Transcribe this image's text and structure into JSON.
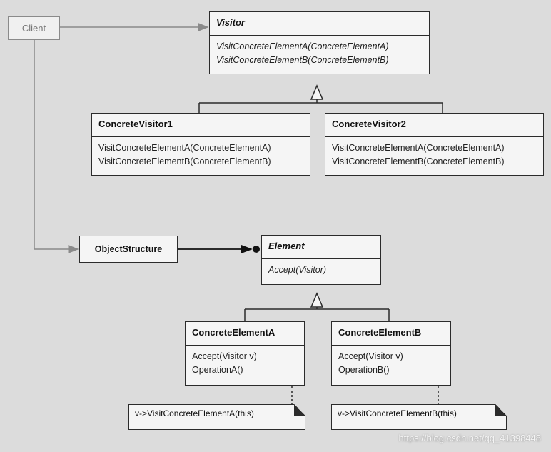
{
  "client": {
    "label": "Client"
  },
  "visitor": {
    "name": "Visitor",
    "operations": [
      "VisitConcreteElementA(ConcreteElementA)",
      "VisitConcreteElementB(ConcreteElementB)"
    ]
  },
  "concrete_visitor1": {
    "name": "ConcreteVisitor1",
    "operations": [
      "VisitConcreteElementA(ConcreteElementA)",
      "VisitConcreteElementB(ConcreteElementB)"
    ]
  },
  "concrete_visitor2": {
    "name": "ConcreteVisitor2",
    "operations": [
      "VisitConcreteElementA(ConcreteElementA)",
      "VisitConcreteElementB(ConcreteElementB)"
    ]
  },
  "object_structure": {
    "label": "ObjectStructure"
  },
  "element": {
    "name": "Element",
    "operations": [
      "Accept(Visitor)"
    ]
  },
  "concrete_element_a": {
    "name": "ConcreteElementA",
    "operations": [
      "Accept(Visitor v)",
      "OperationA()"
    ],
    "note": "v->VisitConcreteElementA(this)"
  },
  "concrete_element_b": {
    "name": "ConcreteElementB",
    "operations": [
      "Accept(Visitor v)",
      "OperationB()"
    ],
    "note": "v->VisitConcreteElementB(this)"
  },
  "watermark": "https://blog.csdn.net/qq_41398448"
}
